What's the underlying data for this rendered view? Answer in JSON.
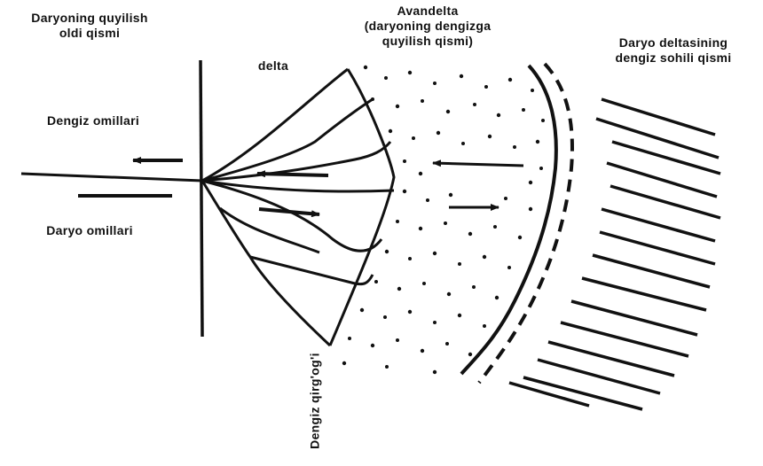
{
  "labels": {
    "river_mouth_front_line1": "Daryoning quyilish",
    "river_mouth_front_line2": "oldi qismi",
    "avandelta_line1": "Avandelta",
    "avandelta_line2": "(daryoning dengizga",
    "avandelta_line3": "quyilish qismi)",
    "delta_coastal_line1": "Daryo deltasining",
    "delta_coastal_line2": "dengiz sohili qismi",
    "delta": "delta",
    "sea_factors": "Dengiz omillari",
    "river_factors": "Daryo omillari",
    "sea_shore": "Dengiz qirg'og'i"
  },
  "colors": {
    "ink": "#111111",
    "background": "#ffffff"
  }
}
